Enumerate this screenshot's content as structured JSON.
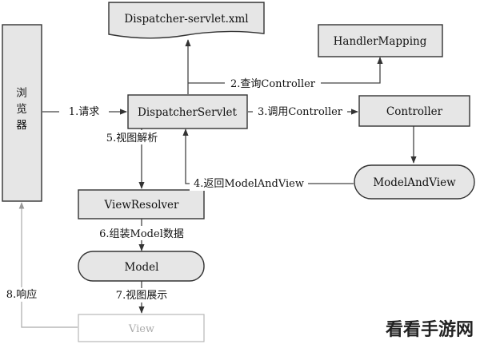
{
  "nodes": {
    "browser": "浏\n览\n器",
    "dispatcher_xml": "Dispatcher-servlet.xml",
    "handler_mapping": "HandlerMapping",
    "dispatcher_servlet": "DispatcherServlet",
    "controller": "Controller",
    "model_and_view": "ModelAndView",
    "view_resolver": "ViewResolver",
    "model": "Model",
    "view": "View"
  },
  "edges": {
    "request": "1.请求",
    "query_controller": "2.查询Controller",
    "call_controller": "3.调用Controller",
    "return_mav": "4.返回ModelAndView",
    "view_resolve": "5.视图解析",
    "assemble_model": "6.组装Model数据",
    "view_render": "7.视图展示",
    "response": "8.响应"
  },
  "watermark": "看看手游网"
}
